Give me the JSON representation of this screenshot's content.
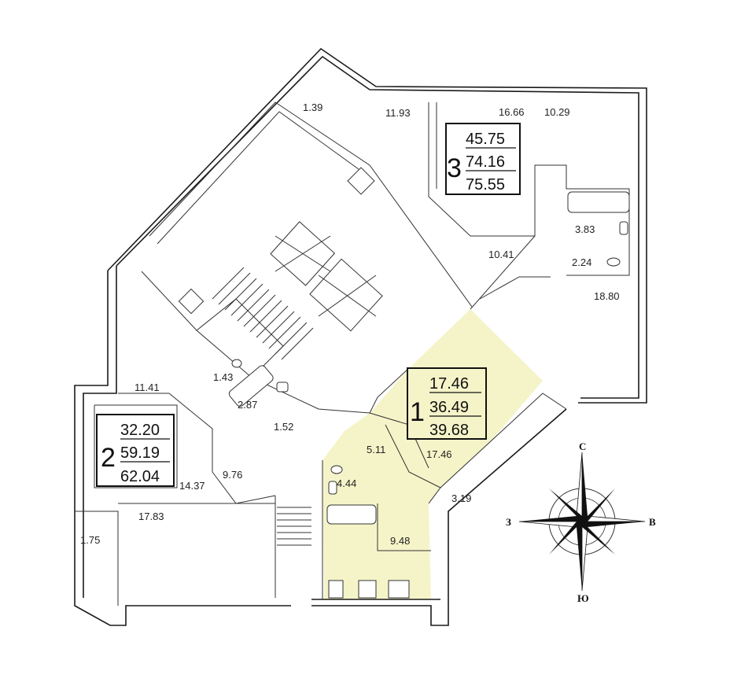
{
  "apartments": [
    {
      "rooms": "3",
      "living": "45.75",
      "total": "74.16",
      "total_with_balcony": "75.55"
    },
    {
      "rooms": "1",
      "living": "17.46",
      "total": "36.49",
      "total_with_balcony": "39.68"
    },
    {
      "rooms": "2",
      "living": "32.20",
      "total": "59.19",
      "total_with_balcony": "62.04"
    }
  ],
  "rooms": [
    "1.39",
    "11.93",
    "16.66",
    "10.29",
    "3.83",
    "10.41",
    "2.24",
    "18.80",
    "1.43",
    "11.41",
    "2.87",
    "1.52",
    "5.11",
    "17.46",
    "4.44",
    "9.76",
    "14.37",
    "3.19",
    "17.83",
    "9.48",
    "1.75"
  ],
  "highlight_color": "#f5f4c9",
  "compass": {
    "north": "С",
    "south": "Ю",
    "west": "З",
    "east": "В"
  }
}
